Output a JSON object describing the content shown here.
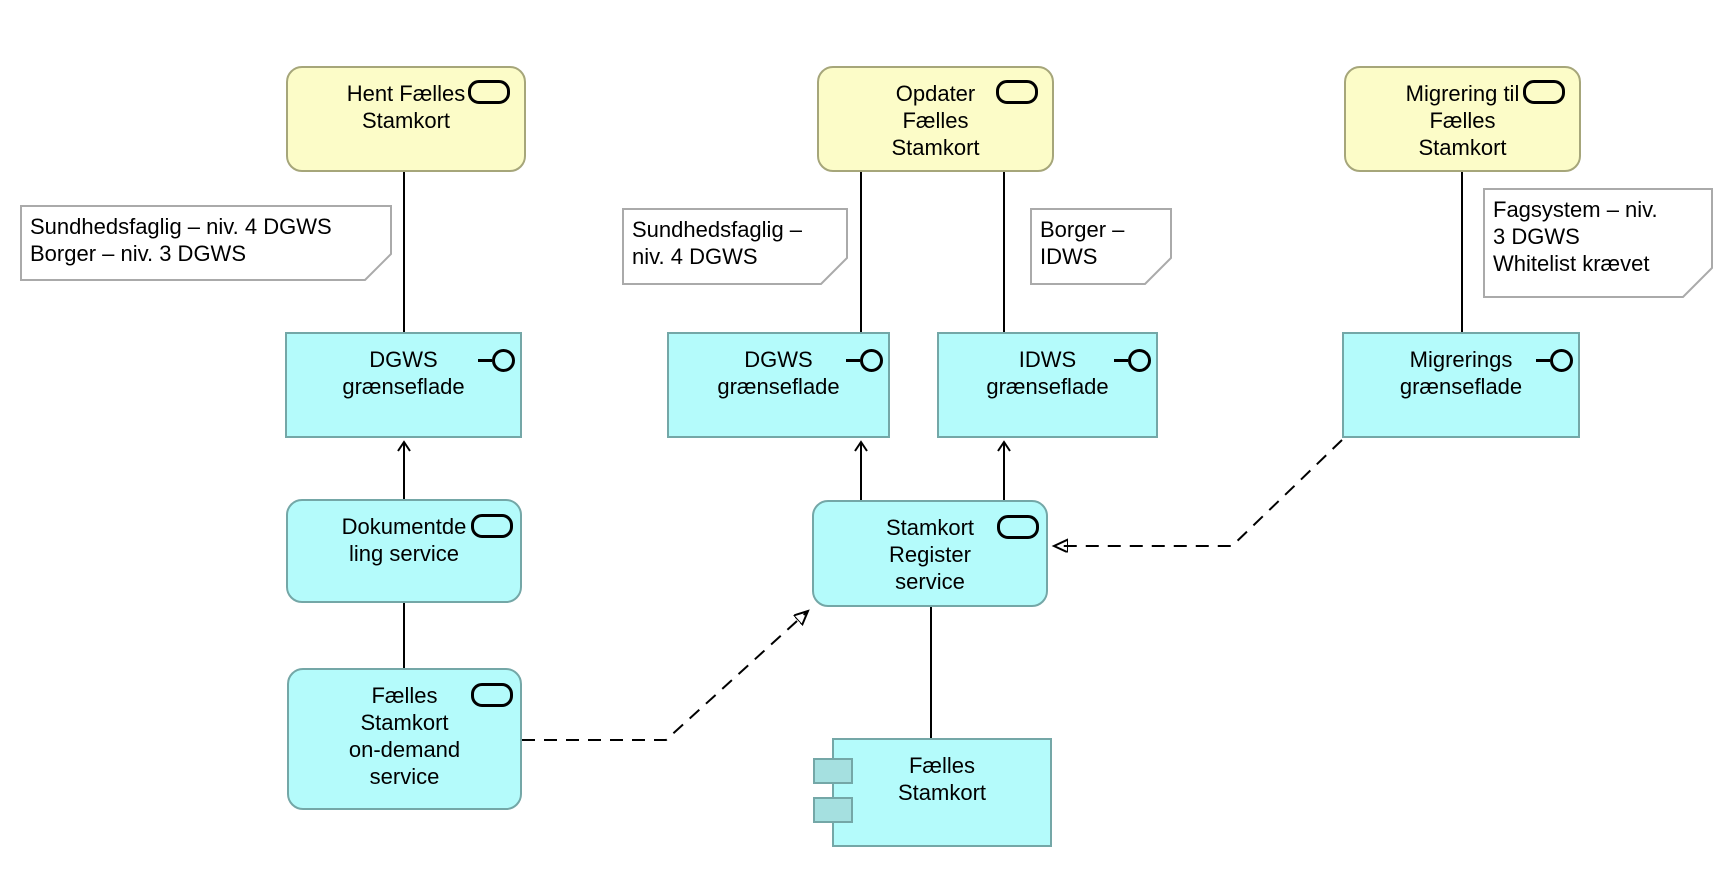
{
  "colors": {
    "service_fill": "#fcfcc8",
    "service_border": "#a6a67a",
    "cyan_fill": "#b4fbfb",
    "cyan_border": "#74a7a7",
    "tab_fill": "#a5e0e0",
    "note_border": "#aaaaaa",
    "line": "#000000"
  },
  "nodes": {
    "hent": {
      "type": "application-service",
      "label": "Hent Fælles\nStamkort"
    },
    "opdater": {
      "type": "application-service",
      "label": "Opdater\nFælles\nStamkort"
    },
    "migrering": {
      "type": "application-service",
      "label": "Migrering til\nFælles\nStamkort"
    },
    "dgws_left": {
      "type": "application-interface",
      "label": "DGWS\ngrænseflade"
    },
    "dgws_mid": {
      "type": "application-interface",
      "label": "DGWS\ngrænseflade"
    },
    "idws": {
      "type": "application-interface",
      "label": "IDWS\ngrænseflade"
    },
    "migrerings": {
      "type": "application-interface",
      "label": "Migrerings\ngrænseflade"
    },
    "dokumentdeling": {
      "type": "application-service",
      "label": "Dokumentde\nling service"
    },
    "stamkort_register": {
      "type": "application-service",
      "label": "Stamkort\nRegister\nservice"
    },
    "ondemand": {
      "type": "application-service",
      "label": "Fælles\nStamkort\non-demand\nservice"
    },
    "faelles_stamkort_component": {
      "type": "component",
      "label": "Fælles\nStamkort"
    }
  },
  "notes": {
    "left": "Sundhedsfaglig – niv. 4 DGWS\nBorger – niv. 3 DGWS",
    "mid_dgws": "Sundhedsfaglig –\nniv. 4 DGWS",
    "mid_idws": "Borger –\nIDWS",
    "right": "Fagsystem – niv.\n3 DGWS\nWhitelist krævet"
  },
  "relations": [
    {
      "from": "hent",
      "to": "dgws_left",
      "style": "solid-line"
    },
    {
      "from": "opdater",
      "to": "dgws_mid",
      "style": "solid-line"
    },
    {
      "from": "opdater",
      "to": "idws",
      "style": "solid-line"
    },
    {
      "from": "migrering",
      "to": "migrerings",
      "style": "solid-line"
    },
    {
      "from": "dokumentdeling",
      "to": "dgws_left",
      "style": "solid-open-arrow"
    },
    {
      "from": "stamkort_register",
      "to": "dgws_mid",
      "style": "solid-open-arrow"
    },
    {
      "from": "stamkort_register",
      "to": "idws",
      "style": "solid-open-arrow"
    },
    {
      "from": "dokumentdeling",
      "to": "ondemand",
      "style": "solid-line"
    },
    {
      "from": "stamkort_register",
      "to": "faelles_stamkort_component",
      "style": "solid-line"
    },
    {
      "from": "ondemand",
      "to": "stamkort_register",
      "style": "dashed-filled-arrow"
    },
    {
      "from": "migrerings",
      "to": "stamkort_register",
      "style": "dashed-filled-arrow"
    }
  ]
}
